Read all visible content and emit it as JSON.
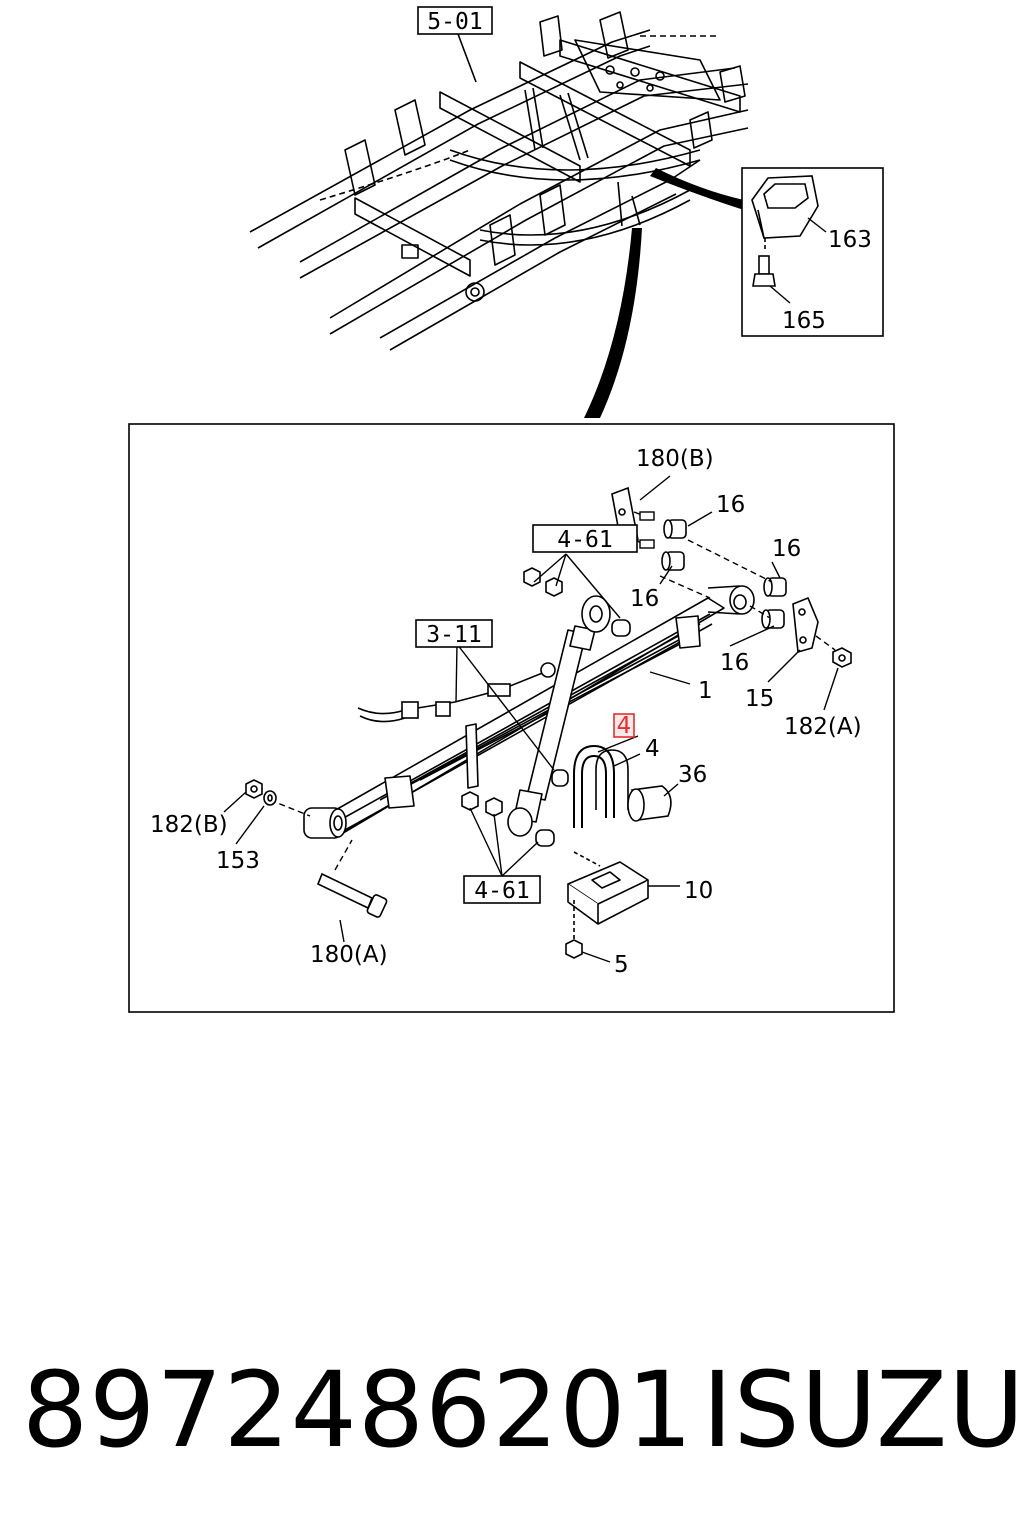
{
  "frame_ref": "5-01",
  "inset_labels": {
    "cushion": "163",
    "bolt": "165"
  },
  "detail_labels": {
    "shackle_bolt": "180(B)",
    "bushing_a": "16",
    "bushing_b": "16",
    "bushing_c": "16",
    "bushing_d": "16",
    "ref_top": "4-61",
    "ref_shock": "3-11",
    "leaf_spring": "1",
    "u_bolt_highlight": "4",
    "u_bolt": "4",
    "bumper": "36",
    "shackle": "15",
    "nut_a": "182(A)",
    "nut_b": "182(B)",
    "washer": "153",
    "ref_bottom": "4-61",
    "seat": "10",
    "pin": "180(A)",
    "nut": "5"
  },
  "colors": {
    "highlight": "#e03030"
  },
  "footer": {
    "part_number": "8972486201",
    "brand": "ISUZU"
  }
}
